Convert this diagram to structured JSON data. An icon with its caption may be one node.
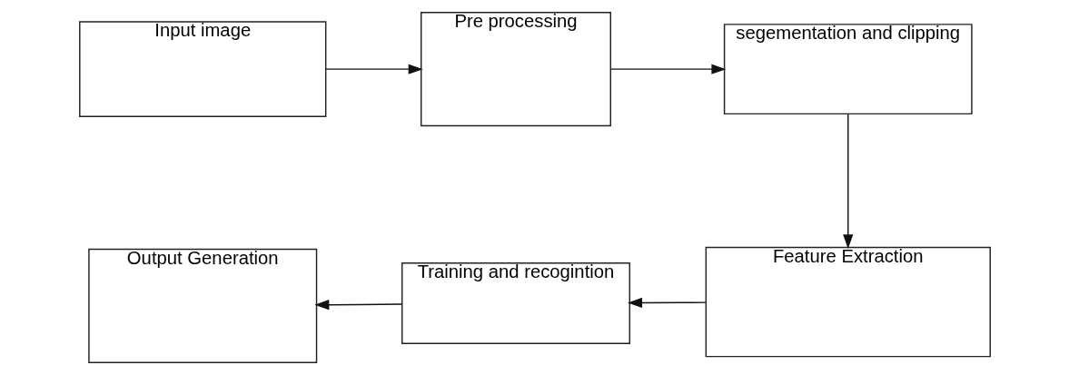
{
  "diagram": {
    "nodes": [
      {
        "text": [
          "Input image"
        ]
      },
      {
        "text": [
          "Pre processing"
        ]
      },
      {
        "text": [
          "segementation and clipping"
        ]
      },
      {
        "text": [
          "Feature Extraction"
        ]
      },
      {
        "text": [
          "Training and recogintion"
        ]
      },
      {
        "text": [
          "Output Generation"
        ]
      }
    ],
    "edges": [
      {
        "from": 0,
        "to": 1,
        "arrow": "to"
      },
      {
        "from": 1,
        "to": 2,
        "arrow": "to"
      },
      {
        "from": 2,
        "to": 3,
        "arrow": "to"
      },
      {
        "from": 3,
        "to": 4,
        "arrow": "to"
      },
      {
        "from": 4,
        "to": 5,
        "arrow": "to"
      }
    ]
  }
}
